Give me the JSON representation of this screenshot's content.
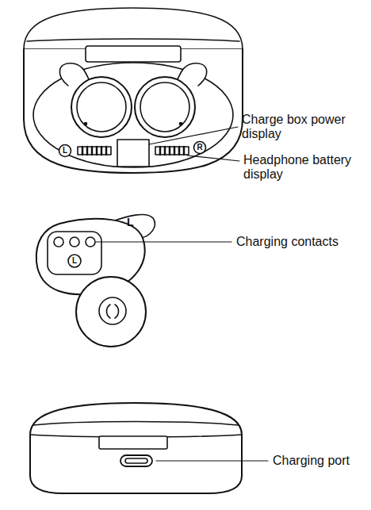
{
  "diagram": {
    "labels": [
      "Charge box power display",
      "L",
      "R",
      "Headphone battery display",
      "L",
      "L",
      "Charging contacts",
      "Charging port"
    ]
  }
}
